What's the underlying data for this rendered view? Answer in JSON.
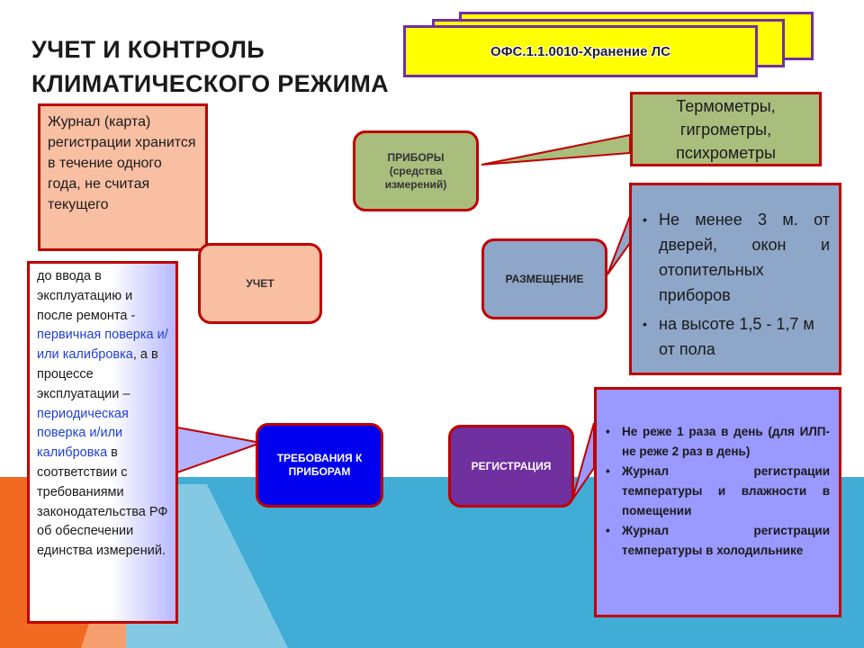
{
  "title": {
    "line1": "УЧЕТ И КОНТРОЛЬ",
    "line2": "КЛИМАТИЧЕСКОГО РЕЖИМА"
  },
  "ofs_banner": {
    "label": "ОФС.1.1.0010-Хранение ЛС"
  },
  "journal_note": {
    "text": "Журнал (карта) регистрации хранится в течение одного года, не считая текущего"
  },
  "nodes": {
    "uchet": "УЧЕТ",
    "pribory": "ПРИБОРЫ (средства измерений)",
    "razmeshchenie": "РАЗМЕЩЕНИЕ",
    "trebovaniya": "ТРЕБОВАНИЯ К ПРИБОРАМ",
    "registratsiya": "РЕГИСТРАЦИЯ"
  },
  "instruments_callout": {
    "text": "Термометры, гигрометры, психрометры"
  },
  "placement_callout": {
    "items": [
      "Не менее 3 м. от дверей, окон и отопительных приборов",
      "на высоте 1,5 - 1,7 м от пола"
    ]
  },
  "registration_callout": {
    "items": [
      "Не реже 1 раза в день (для ИЛП- не реже 2 раз в день)",
      "Журнал регистрации температуры и влажности в помещении",
      "Журнал регистрации температуры в холодильнике"
    ]
  },
  "requirements_callout": {
    "part1": " до ввода в эксплуатацию и после ремонта  - ",
    "part2_blue": "первичная поверка и/или калибровка",
    "part3": ", а в процессе эксплуатации – ",
    "part4_blue": "периодическая поверка и/или калибровка",
    "part5": " в соответствии с требованиями законодательства РФ об обеспечении единства измерений."
  },
  "colors": {
    "accent_red": "#c00000",
    "banner_yellow": "#ffff00",
    "banner_border": "#7030a0",
    "salmon": "#f9bfa3",
    "sage": "#a9bd7d",
    "steel_blue": "#8ea6c8",
    "royal_blue": "#0000ee",
    "purple": "#7030a0",
    "lavender": "#9999ff",
    "sky_blue": "#41acd6",
    "orange": "#f16a21"
  }
}
